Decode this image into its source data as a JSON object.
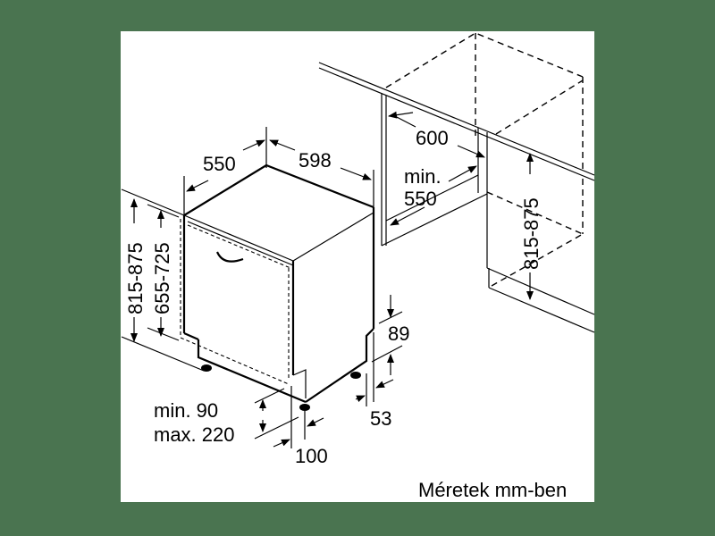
{
  "diagram": {
    "title": "Built-in dishwasher installation dimensions",
    "background_color": "#4a7450",
    "panel_color": "#ffffff",
    "line_color": "#000000",
    "caption": "Méretek mm-ben",
    "appliance": {
      "depth_label": "550",
      "width_label": "598",
      "height_range_label": "815-875",
      "door_height_range_label": "655-725",
      "plinth_label_min": "min. 90",
      "plinth_label_max": "max. 220",
      "foot_offset_label": "100",
      "back_height_label": "89",
      "back_step_label": "53"
    },
    "niche": {
      "width_label": "600",
      "min_depth_label_line1": "min.",
      "min_depth_label_line2": "550",
      "height_range_label": "815-875"
    },
    "units": "mm"
  }
}
